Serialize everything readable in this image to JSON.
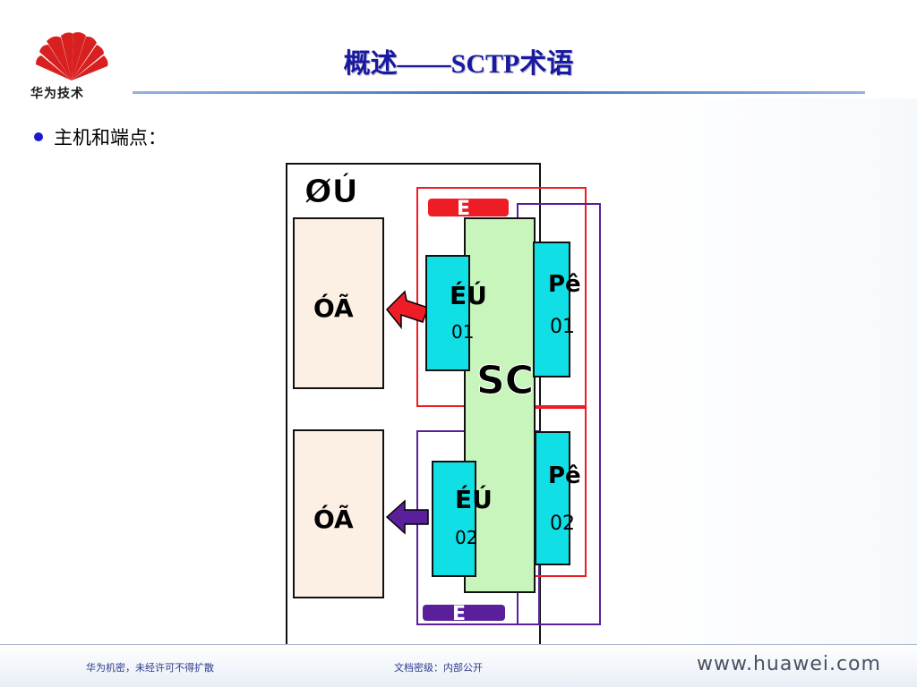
{
  "header": {
    "logo_text": "华为技术",
    "title": "概述——SCTP术语",
    "logo_color": "#d92020"
  },
  "content": {
    "bullet_text": "主机和端点："
  },
  "diagram": {
    "host_label": "ØÚ",
    "ep1_label": "Ë",
    "ep2_label": "Ë",
    "app_label_1": "ÓÃ",
    "app_label_2": "ÓÃ",
    "sctp_label": "SC",
    "su_label_1": "ÉÚ",
    "su_label_2": "ÉÚ",
    "su_num_1": "01",
    "su_num_2": "02",
    "port_label_1": "Pê",
    "port_label_2": "Pê",
    "port_num_1": "01",
    "port_num_2": "02",
    "colors": {
      "endpoint1": "#ee1c24",
      "endpoint2": "#5a1f9a",
      "sctp_fill": "#c8f5bc",
      "cyan": "#10e0e6",
      "app_fill": "#fcefe4"
    }
  },
  "footer": {
    "confidential": "华为机密，未经许可不得扩散",
    "doc_level": "文档密级：内部公开",
    "url": "www.huawei.com"
  }
}
